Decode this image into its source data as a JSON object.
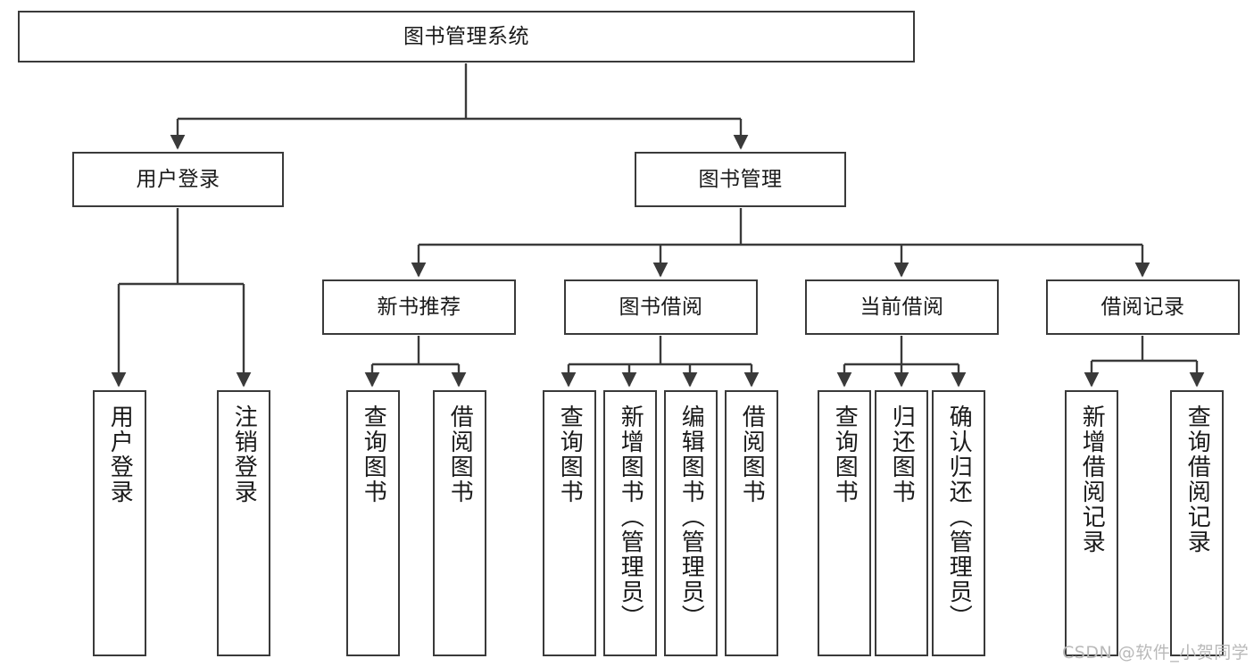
{
  "diagram": {
    "title_node": {
      "label": "图书管理系统"
    },
    "level1": [
      {
        "id": "user-login",
        "label": "用户登录"
      },
      {
        "id": "book-manage",
        "label": "图书管理"
      }
    ],
    "level2": [
      {
        "id": "new-book-recommend",
        "label": "新书推荐"
      },
      {
        "id": "book-borrow",
        "label": "图书借阅"
      },
      {
        "id": "current-borrow",
        "label": "当前借阅"
      },
      {
        "id": "borrow-record",
        "label": "借阅记录"
      }
    ],
    "leaves": [
      {
        "id": "leaf-user-login",
        "label": "用户登录",
        "parent": "user-login"
      },
      {
        "id": "leaf-logout",
        "label": "注销登录",
        "parent": "user-login"
      },
      {
        "id": "leaf-query-book-1",
        "label": "查询图书",
        "parent": "new-book-recommend"
      },
      {
        "id": "leaf-borrow-book-1",
        "label": "借阅图书",
        "parent": "new-book-recommend"
      },
      {
        "id": "leaf-query-book-2",
        "label": "查询图书",
        "parent": "book-borrow"
      },
      {
        "id": "leaf-add-book",
        "label": "新增图书（管理员）",
        "parent": "book-borrow"
      },
      {
        "id": "leaf-edit-book",
        "label": "编辑图书（管理员）",
        "parent": "book-borrow"
      },
      {
        "id": "leaf-borrow-book-2",
        "label": "借阅图书",
        "parent": "book-borrow"
      },
      {
        "id": "leaf-query-book-3",
        "label": "查询图书",
        "parent": "current-borrow"
      },
      {
        "id": "leaf-return-book",
        "label": "归还图书",
        "parent": "current-borrow"
      },
      {
        "id": "leaf-confirm-return",
        "label": "确认归还（管理员）",
        "parent": "current-borrow"
      },
      {
        "id": "leaf-add-record",
        "label": "新增借阅记录",
        "parent": "borrow-record"
      },
      {
        "id": "leaf-query-record",
        "label": "查询借阅记录",
        "parent": "borrow-record"
      }
    ],
    "colors": {
      "stroke": "#3a3a3a",
      "fill": "#ffffff",
      "text": "#1a1a1a",
      "watermark": "#b9b9b9"
    },
    "watermark": {
      "text": "CSDN @软件_小贺同学"
    }
  }
}
